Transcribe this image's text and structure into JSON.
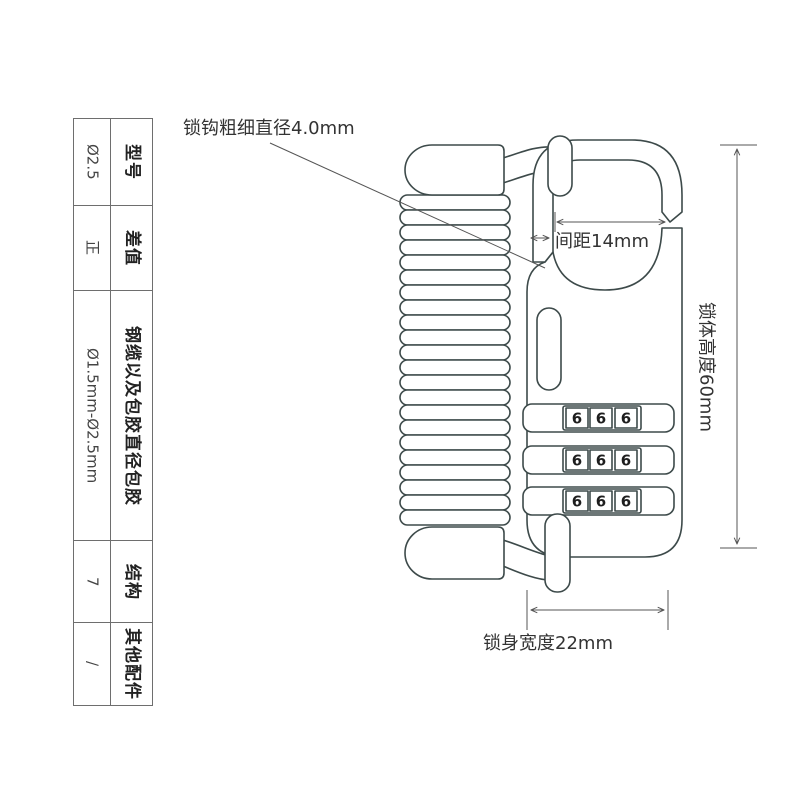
{
  "spec_table": {
    "rows": [
      {
        "header": "型号",
        "value": "Ø2.5"
      },
      {
        "header": "差值",
        "value": "正"
      },
      {
        "header": "钢缆以及包胶直径包胶",
        "value": "Ø1.5mm-Ø2.5mm"
      },
      {
        "header": "结构",
        "value": "7"
      },
      {
        "header": "其他配件",
        "value": "/"
      }
    ]
  },
  "annotations": {
    "shackle_diameter": "锁钩粗细直径4.0mm",
    "gap": "间距14mm",
    "body_height": "锁体高度60mm",
    "body_width": "锁身宽度22mm"
  },
  "lock": {
    "dials": [
      [
        "6",
        "6",
        "6"
      ],
      [
        "6",
        "6",
        "6"
      ],
      [
        "6",
        "6",
        "6"
      ]
    ]
  },
  "colors": {
    "outline": "#3d4a4a",
    "text": "#333333",
    "dimension_line": "#555555",
    "table_border": "#6e6e6e"
  }
}
